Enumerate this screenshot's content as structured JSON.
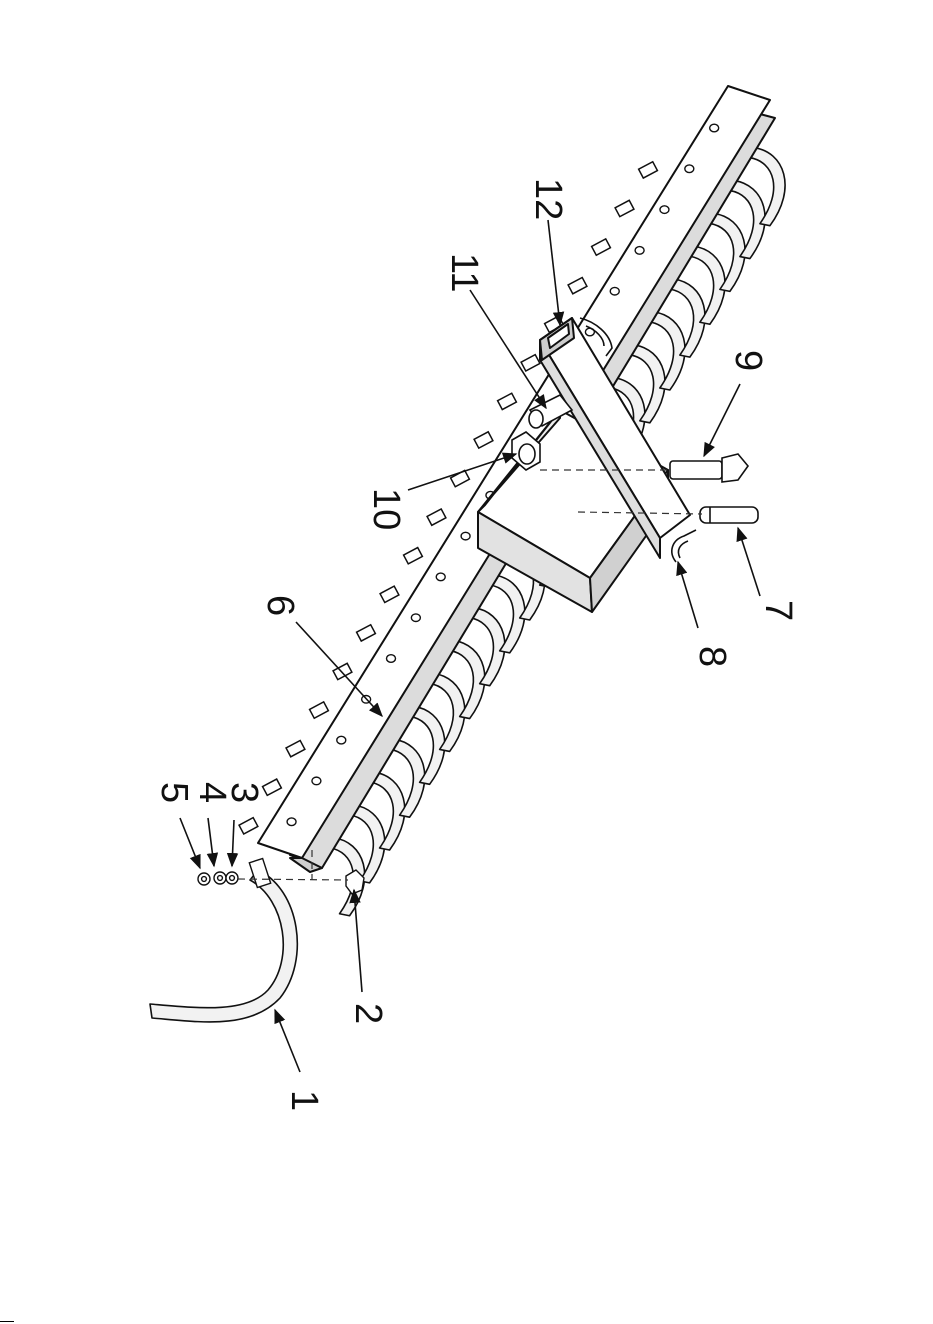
{
  "diagram": {
    "labels": {
      "l1": "1",
      "l2": "2",
      "l3": "3",
      "l4": "4",
      "l5": "5",
      "l6": "6",
      "l7": "7",
      "l8": "8",
      "l9": "9",
      "l10": "10",
      "l11": "11",
      "l12": "12"
    },
    "colors": {
      "line": "#111111",
      "face_light": "#ffffff",
      "face_shade": "#e9e9e9",
      "face_dark": "#cfcfcf"
    }
  }
}
